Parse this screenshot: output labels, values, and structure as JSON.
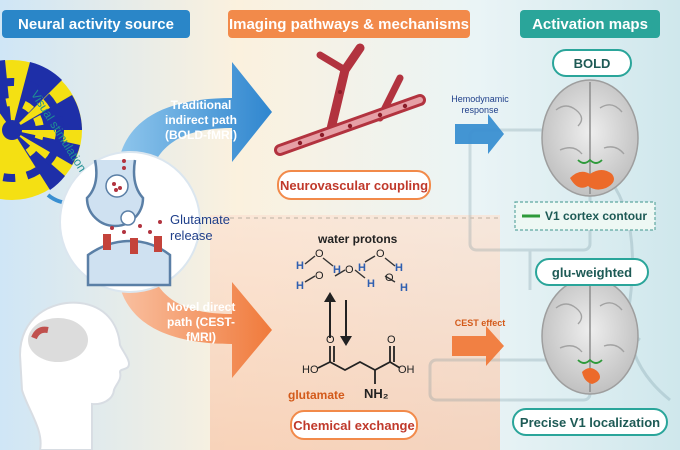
{
  "columns": {
    "left": "Neural activity source",
    "middle": "Imaging pathways & mechanisms",
    "right": "Activation maps"
  },
  "left": {
    "stimulus_label": "Visual stimulation",
    "synapse_label": "Glutamate release"
  },
  "paths": {
    "traditional": "Traditional indirect path (BOLD-fMRI)",
    "novel": "Novel direct path (CEST-fMRI)"
  },
  "mechanisms": {
    "top_box": "Neurovascular coupling",
    "bottom_box": "Chemical exchange",
    "water_label": "water protons",
    "glutamate_label": "glutamate",
    "amine_label": "NH₂",
    "ho_label": "HO",
    "oh_label": "OH",
    "o_label": "O",
    "h_label": "H"
  },
  "effects": {
    "hemodynamic": "Hemodynamic response",
    "cest": "CEST effect"
  },
  "maps": {
    "bold": "BOLD",
    "contour_legend": "V1 cortex contour",
    "glu": "glu-weighted",
    "precise": "Precise V1 localization"
  },
  "colors": {
    "blue_header": "#2a86c8",
    "orange_header": "#f28a4a",
    "teal_header": "#2aa59a",
    "activation": "#ec6a2a",
    "contour": "#2e9a3a",
    "vessel": "#b2333f"
  }
}
